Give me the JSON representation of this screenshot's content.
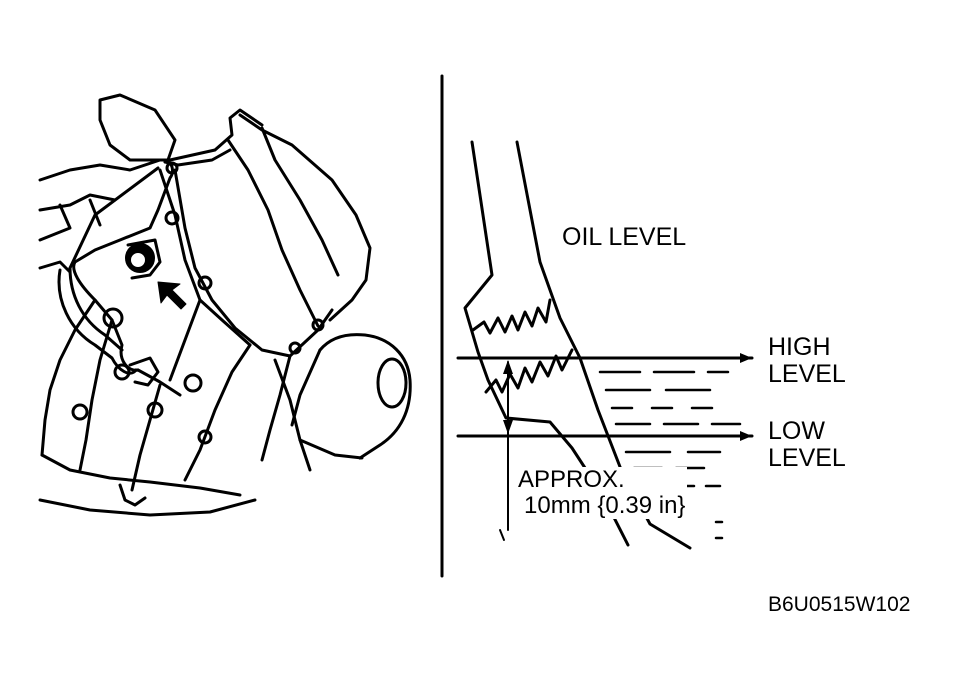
{
  "labels": {
    "oil_level": "OIL LEVEL",
    "high_level_line1": "HIGH",
    "high_level_line2": "LEVEL",
    "low_level_line1": "LOW",
    "low_level_line2": "LEVEL",
    "approx_line1": "APPROX.",
    "approx_line2": "10mm {0.39 in}",
    "figure_code": "B6U0515W102"
  },
  "colors": {
    "ink": "#000000",
    "paper": "#ffffff"
  },
  "icons": {
    "engine_illustration": "transmission-side-view-with-filler-plug",
    "arrow": "arrow-up-left-icon"
  }
}
